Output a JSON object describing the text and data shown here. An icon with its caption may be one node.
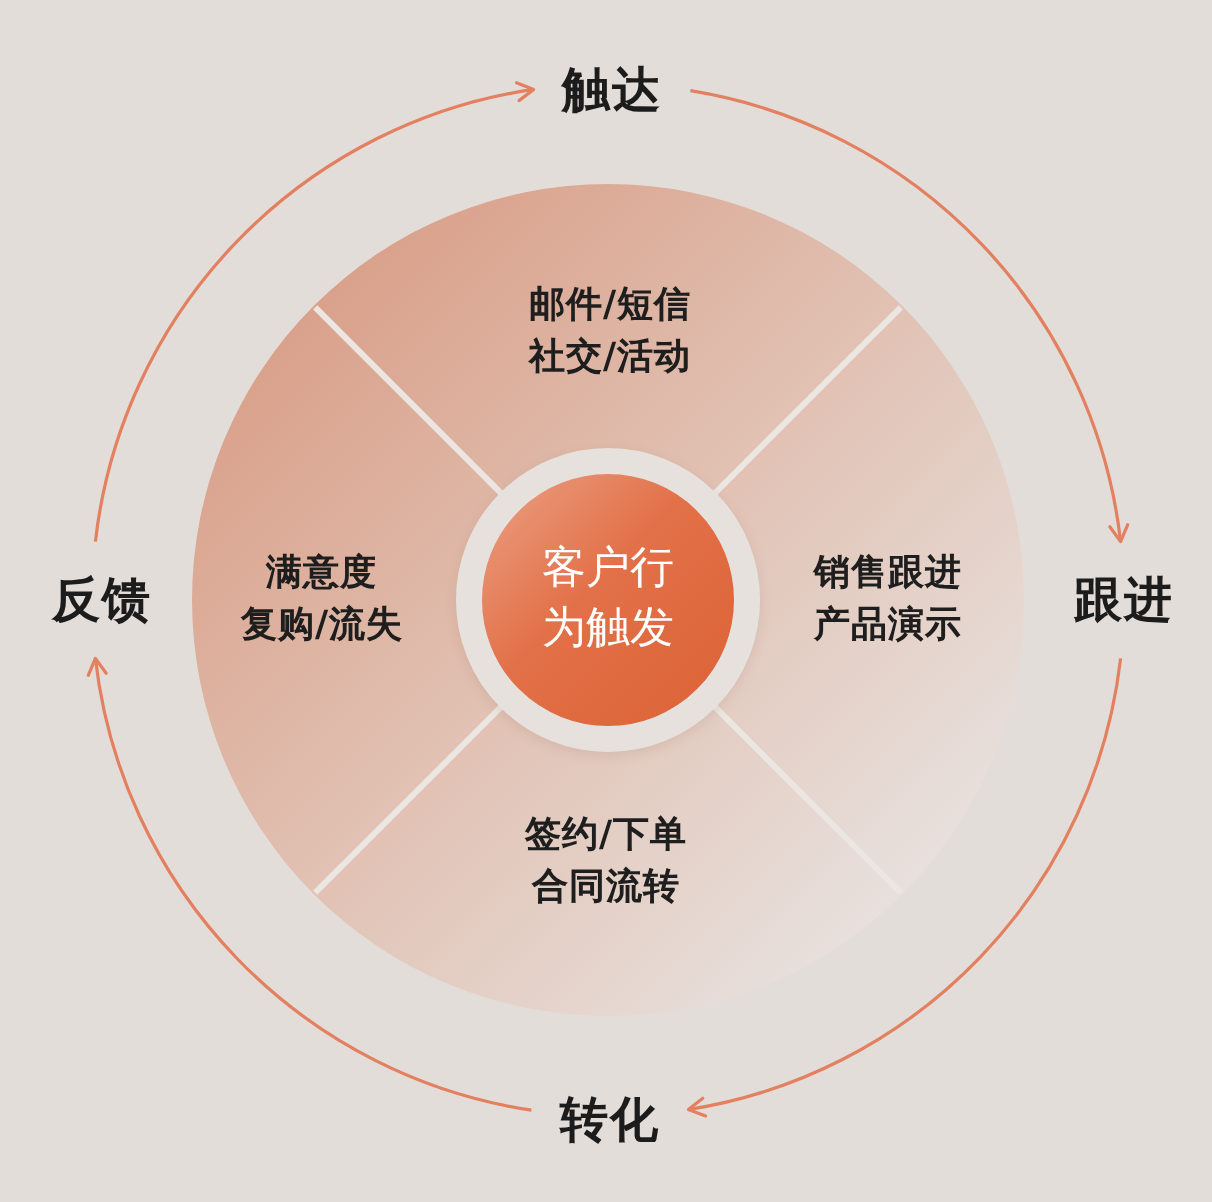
{
  "diagram": {
    "nodes": [
      {
        "text": [
          "触达"
        ]
      },
      {
        "text": [],
        "shape": "circle"
      },
      {
        "text": [
          "邮件/短信",
          "社交/活动"
        ],
        "in": 1
      },
      {
        "text": [
          "反馈"
        ]
      },
      {
        "text": [
          "满意度",
          "复购/流失"
        ],
        "in": 1
      },
      {
        "text": [
          "客户行为触发"
        ],
        "in": 1
      },
      {
        "text": [
          "销售跟进",
          "产品演示"
        ],
        "in": 1
      },
      {
        "text": [
          "跟进"
        ]
      },
      {
        "text": [
          "签约/下单",
          "合同流转"
        ],
        "in": 1
      },
      {
        "text": [
          "转化"
        ]
      }
    ],
    "edges": [
      {
        "from": 3,
        "to": 0,
        "arrow": "to"
      },
      {
        "from": 0,
        "to": 7,
        "arrow": "to"
      },
      {
        "from": 7,
        "to": 9,
        "arrow": "to"
      },
      {
        "from": 9,
        "to": 3,
        "arrow": "to"
      }
    ]
  }
}
